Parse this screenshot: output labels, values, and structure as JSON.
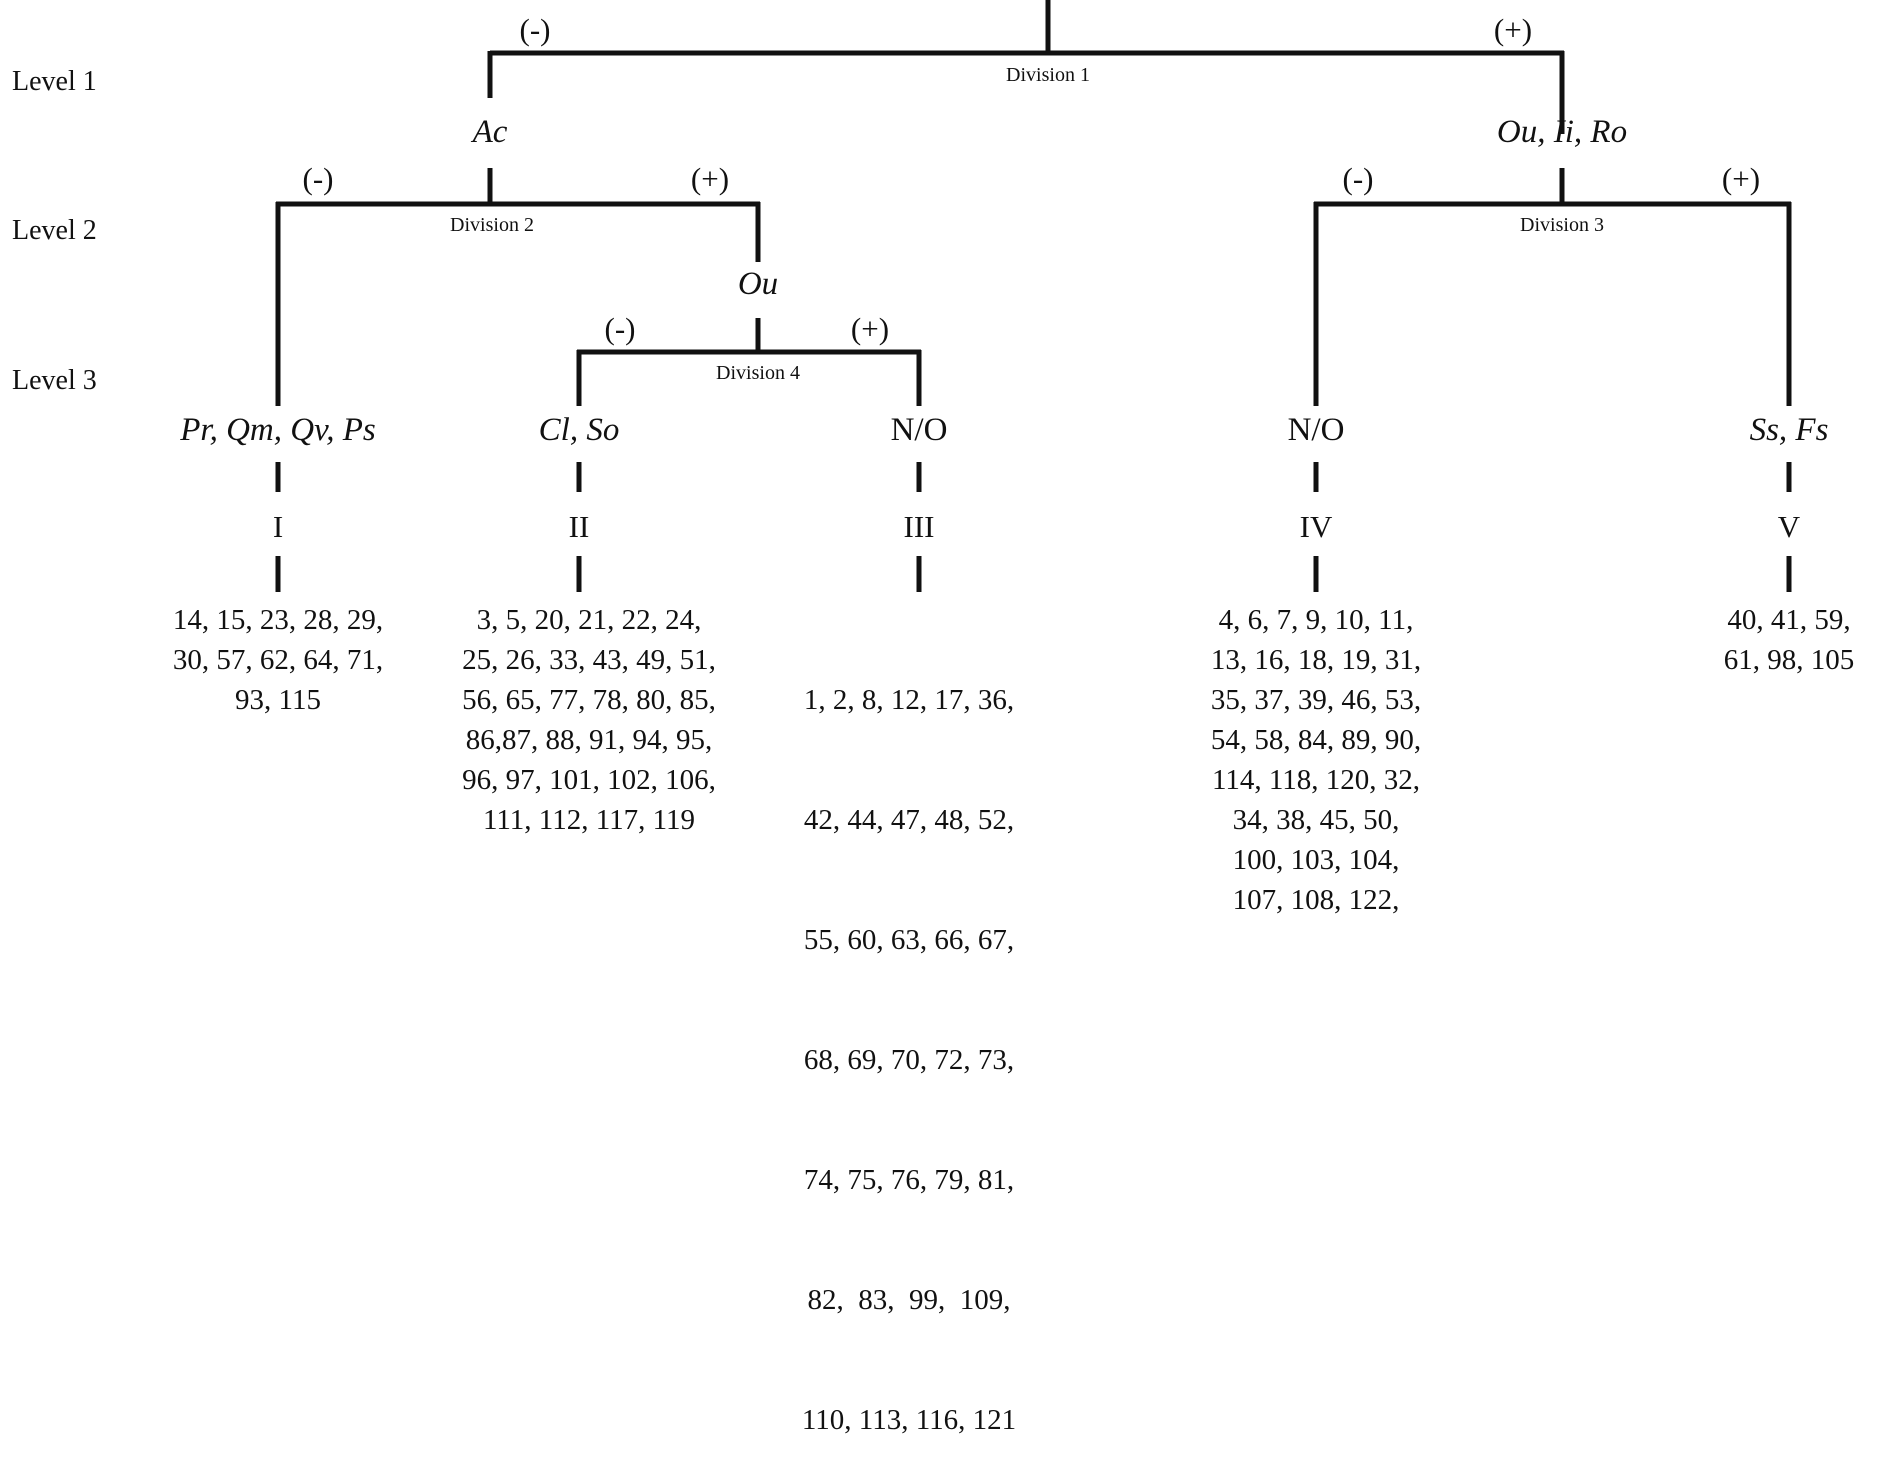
{
  "levels": [
    "Level 1",
    "Level 2",
    "Level 3"
  ],
  "divisions": [
    "Division 1",
    "Division 2",
    "Division 3",
    "Division 4"
  ],
  "signs": {
    "neg": "(-)",
    "pos": "(+)"
  },
  "indicators": {
    "division1_neg": "Ac",
    "division1_pos": "Ou, Ii, Ro",
    "division2_pos": "Ou"
  },
  "groups": [
    {
      "id": "I",
      "indicator": "Pr, Qm, Qv, Ps",
      "sites": [
        "14, 15, 23, 28, 29,",
        "30, 57, 62, 64, 71,",
        "93, 115"
      ]
    },
    {
      "id": "II",
      "indicator": "Cl, So",
      "sites": [
        "3, 5, 20, 21, 22, 24,",
        "25, 26, 33, 43, 49, 51,",
        "56, 65, 77, 78, 80, 85,",
        "86,87, 88, 91, 94, 95,",
        "96, 97, 101, 102, 106,",
        "111, 112, 117, 119"
      ]
    },
    {
      "id": "III",
      "indicator": "N/O",
      "sites": [
        "1, 2, 8, 12, 17, 36,",
        "42, 44, 47, 48, 52,",
        "55, 60, 63, 66, 67,",
        "68, 69, 70, 72, 73,",
        "74, 75, 76, 79, 81,",
        "82,  83,  99,  109,",
        "110, 113, 116, 121"
      ]
    },
    {
      "id": "IV",
      "indicator": "N/O",
      "sites": [
        "4, 6, 7, 9, 10, 11,",
        "13, 16, 18, 19, 31,",
        "35, 37, 39, 46, 53,",
        "54, 58, 84, 89, 90,",
        "114, 118, 120, 32,",
        "34, 38, 45, 50,",
        "100, 103, 104,",
        "107, 108, 122,"
      ]
    },
    {
      "id": "V",
      "indicator": "Ss, Fs",
      "sites": [
        "40, 41, 59,",
        "61, 98, 105"
      ]
    }
  ]
}
